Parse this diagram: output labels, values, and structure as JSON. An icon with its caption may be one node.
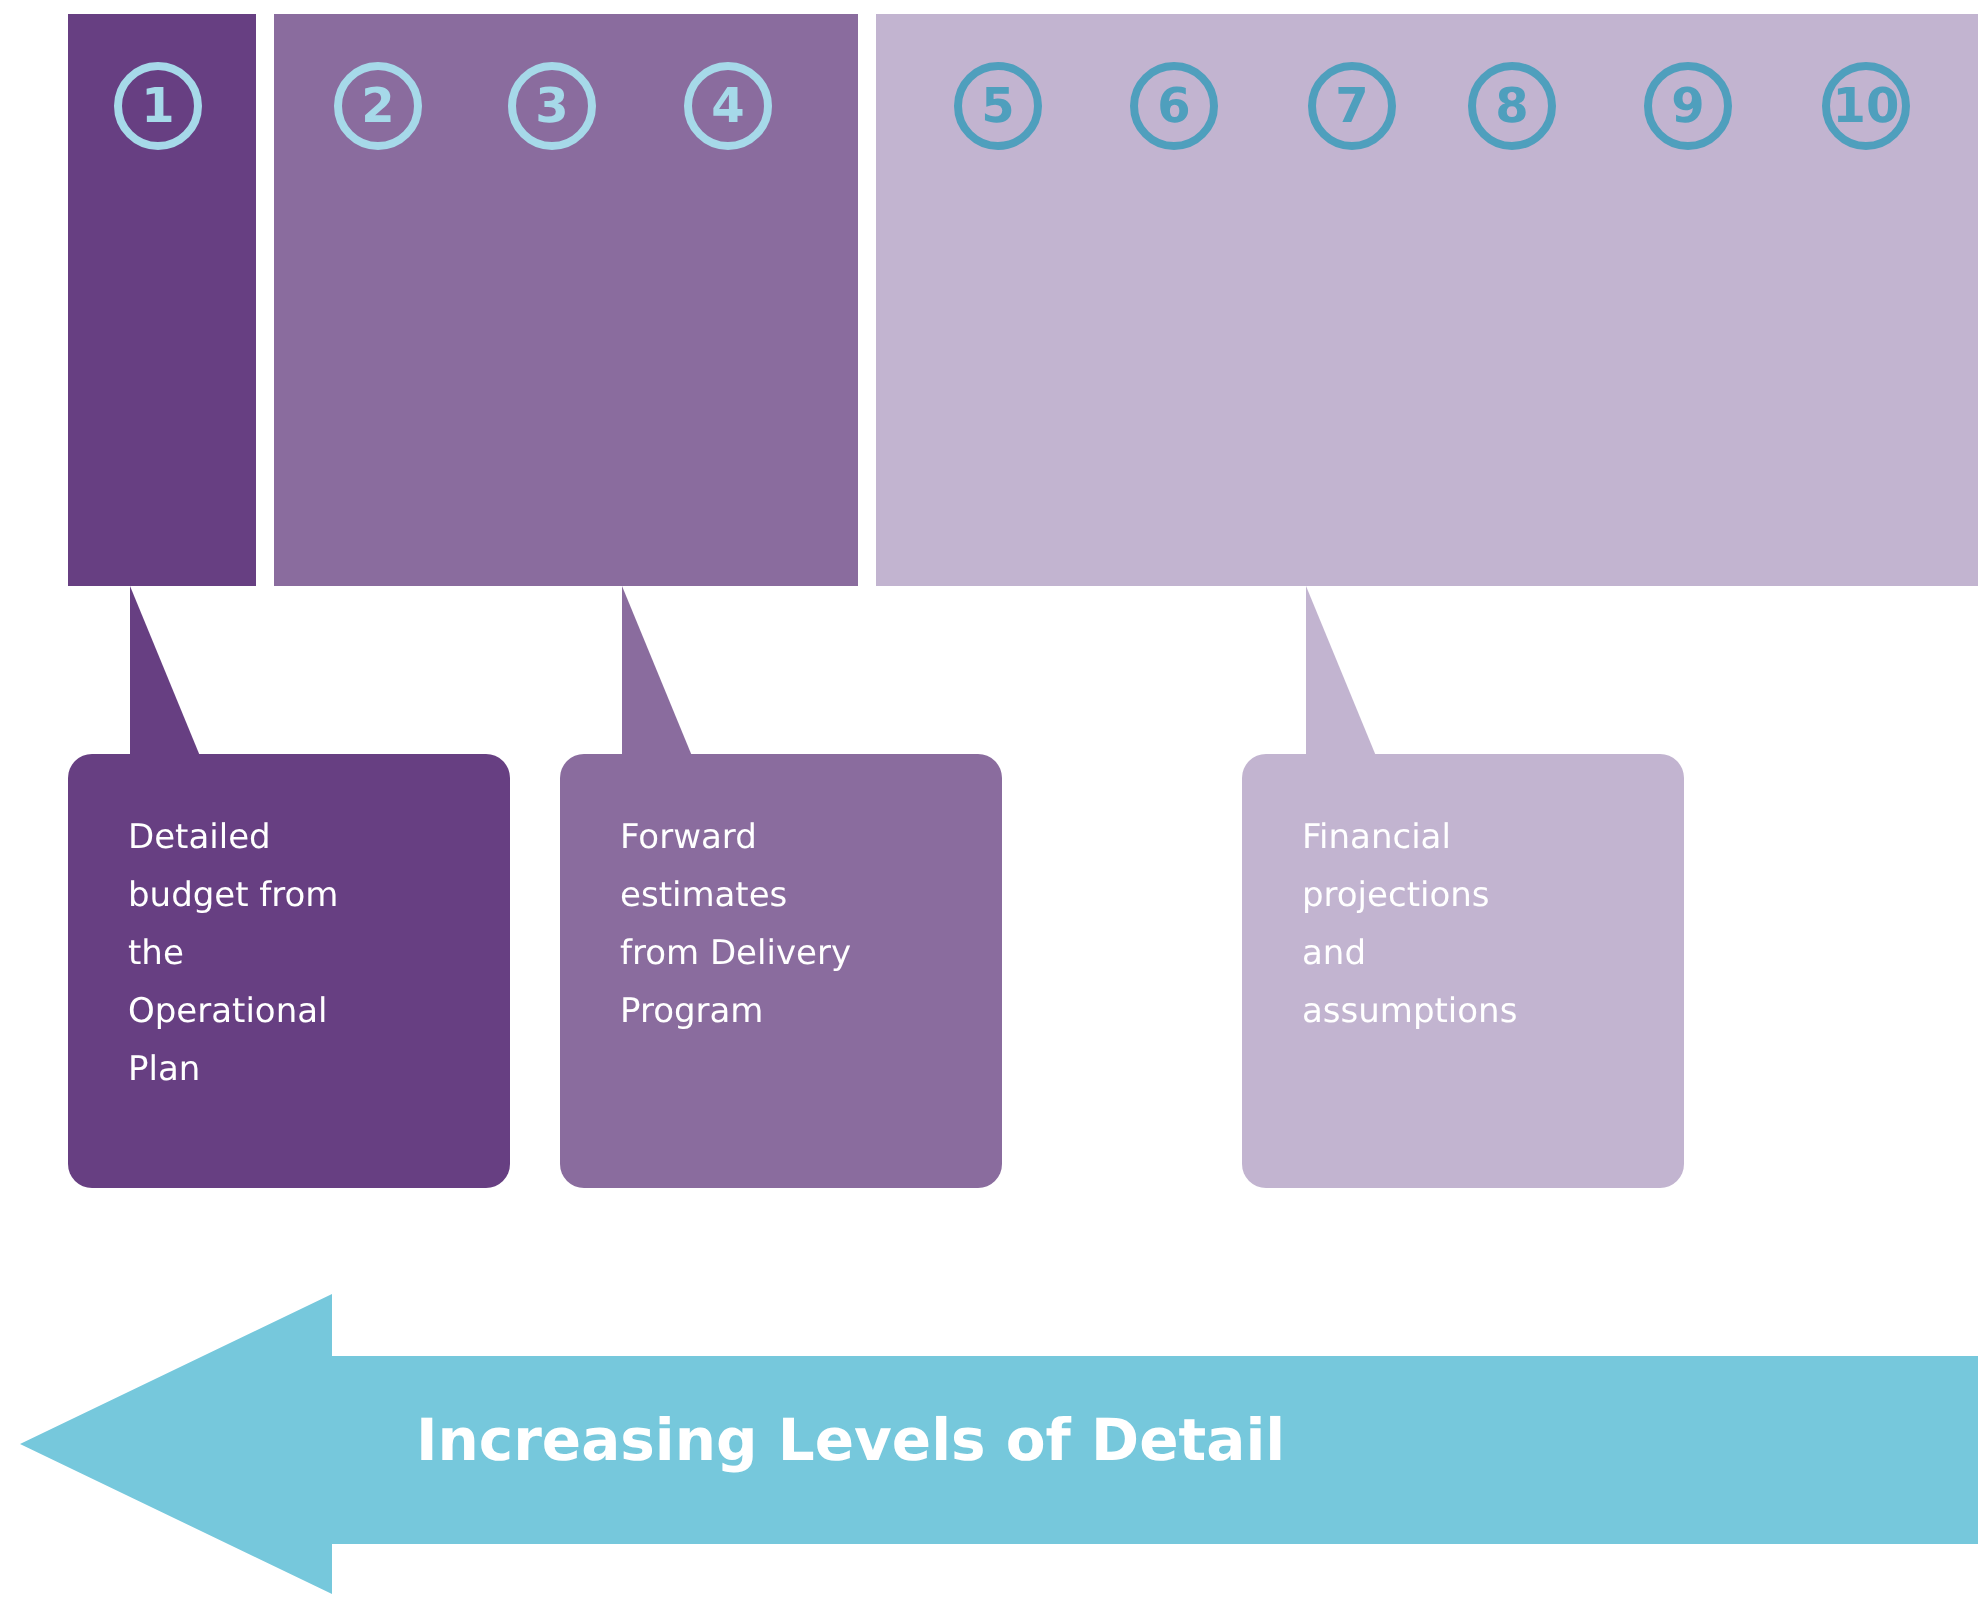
{
  "diagram": {
    "nodes": [
      {
        "text": [],
        "shape": "box"
      },
      {
        "text": [
          "1"
        ],
        "in": 0
      },
      {
        "text": [],
        "shape": "box"
      },
      {
        "text": [
          "2"
        ],
        "in": 2
      },
      {
        "text": [
          "3"
        ],
        "in": 2
      },
      {
        "text": [
          "4"
        ],
        "in": 2
      },
      {
        "text": [],
        "shape": "box"
      },
      {
        "text": [
          "5"
        ],
        "in": 6
      },
      {
        "text": [
          "6"
        ],
        "in": 6
      },
      {
        "text": [
          "7"
        ],
        "in": 6
      },
      {
        "text": [
          "8"
        ],
        "in": 6
      },
      {
        "text": [
          "9"
        ],
        "in": 6
      },
      {
        "text": [
          "10"
        ],
        "in": 6
      },
      {
        "text": [
          "Detailed budget from the Operational Plan"
        ]
      },
      {
        "text": [
          "Forward estimates from Delivery Program"
        ]
      },
      {
        "text": [
          "Financial projections and assumptions"
        ]
      },
      {
        "text": [
          "Increasing Levels of Detail"
        ]
      }
    ],
    "edges": [
      {
        "from": 13,
        "to": 0,
        "arrow": "none"
      },
      {
        "from": 14,
        "to": 2,
        "arrow": "none"
      },
      {
        "from": 15,
        "to": 6,
        "arrow": "none"
      }
    ]
  }
}
